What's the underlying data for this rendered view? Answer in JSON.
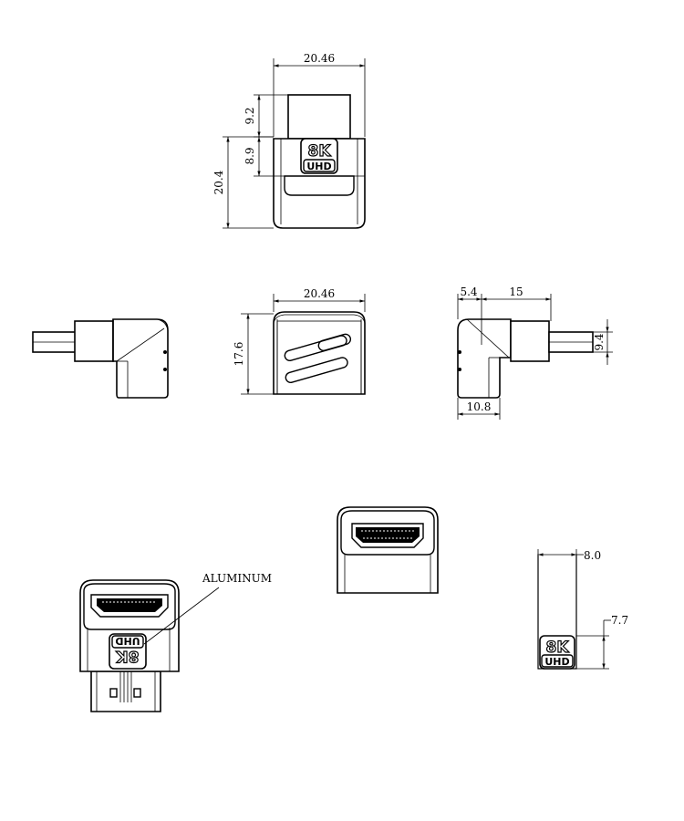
{
  "dimensions": {
    "top_width": "20.46",
    "top_plug_height": "9.2",
    "top_badge_height": "8.9",
    "top_total_height": "20.4",
    "front_width": "20.46",
    "front_height": "17.6",
    "side_offset": "5.4",
    "side_length": "15",
    "side_plug_height": "9.4",
    "side_base_width": "10.8",
    "badge_width": "8.0",
    "badge_height": "7.7"
  },
  "labels": {
    "material": "ALUMINUM"
  },
  "badge": {
    "line1": "8K",
    "line2": "UHD"
  }
}
